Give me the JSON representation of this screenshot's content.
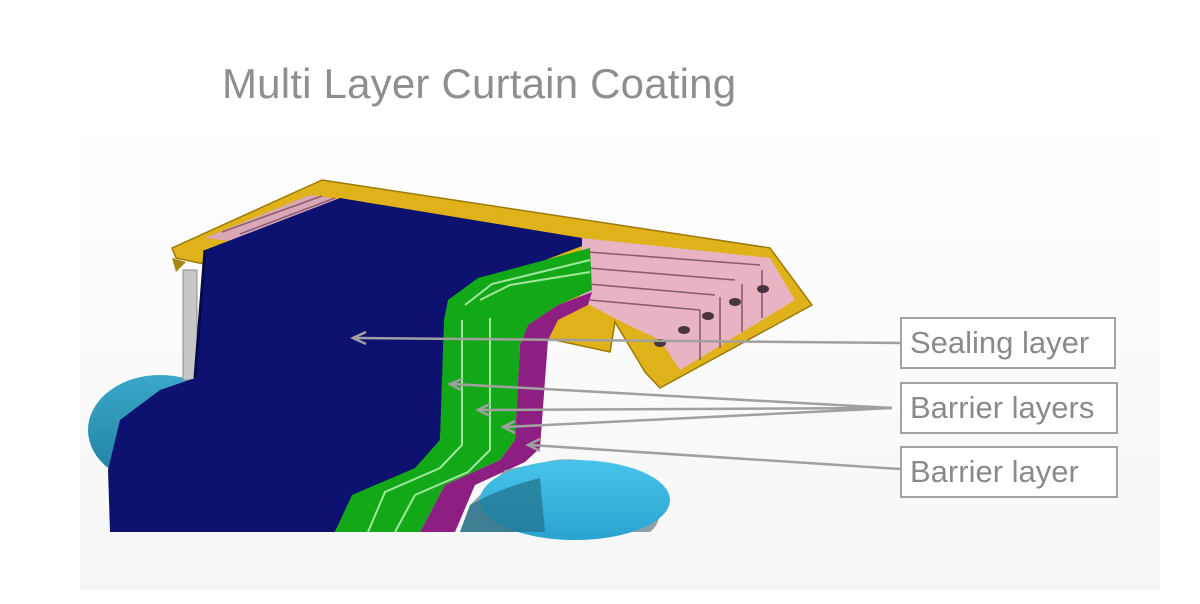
{
  "title": "Multi Layer Curtain Coating",
  "labels": {
    "sealing": "Sealing layer",
    "barriers": "Barrier layers",
    "barrier": "Barrier layer"
  },
  "colors": {
    "navy_sheet": "#0d1270",
    "green_layer": "#13a818",
    "magenta_layer": "#8e1f82",
    "pink_die": "#e8b4c3",
    "gold_frame": "#e0b21a",
    "roller": "#2a9dc4",
    "leader_line": "#a0a0a0"
  }
}
